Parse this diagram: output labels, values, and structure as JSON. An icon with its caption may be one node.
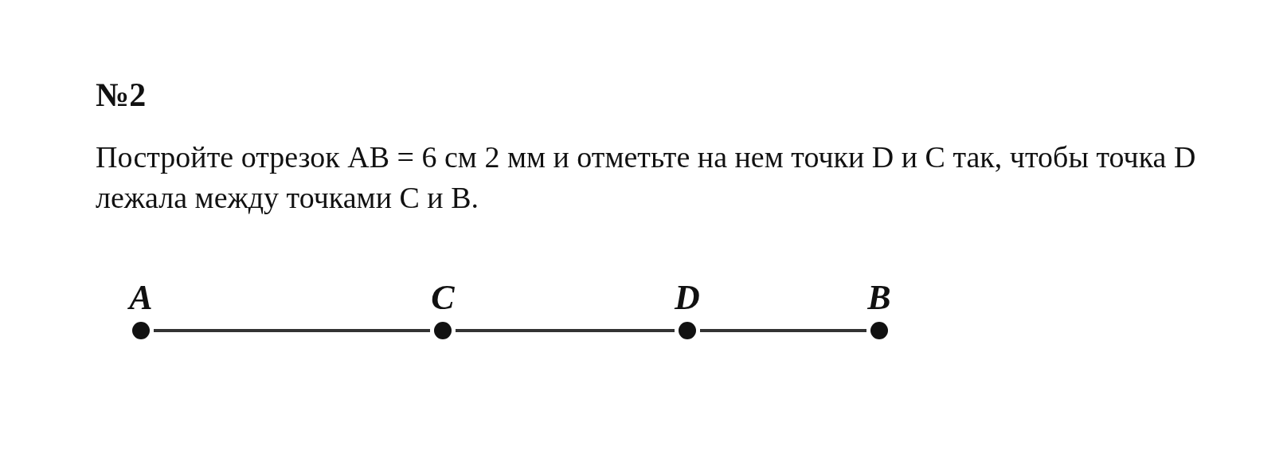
{
  "diagram": {
    "title": "№2",
    "nodes": [
      {
        "text": [
          "A"
        ]
      },
      {
        "text": [
          "C"
        ]
      },
      {
        "text": [
          "D"
        ]
      },
      {
        "text": [
          "B"
        ]
      }
    ],
    "edges": [
      {
        "from": 0,
        "to": 1,
        "arrow": "none"
      },
      {
        "from": 1,
        "to": 2,
        "arrow": "none"
      },
      {
        "from": 2,
        "to": 3,
        "arrow": "none"
      }
    ],
    "labels": [
      "Постройте отрезок AB = 6 см 2 мм и отметьте на нем точки D и C так, чтобы точка D лежала между точками C и B."
    ]
  }
}
